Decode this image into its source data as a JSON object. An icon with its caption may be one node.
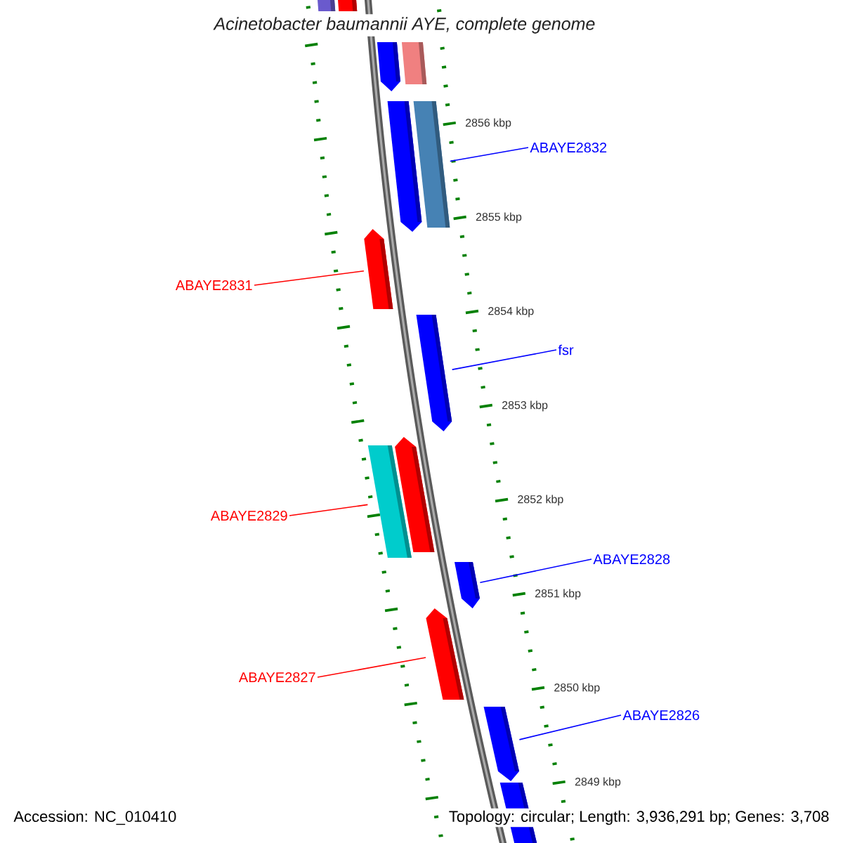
{
  "diagram": {
    "title": "Acinetobacter baumannii AYE, complete genome",
    "nodes": [
      {
        "text": [],
        "shape": "bar"
      },
      {
        "text": [],
        "shape": "bar"
      },
      {
        "text": [],
        "shape": "arrow"
      },
      {
        "text": [],
        "shape": "bar"
      },
      {
        "text": [],
        "shape": "arrow"
      },
      {
        "text": [],
        "shape": "bar"
      },
      {
        "text": [],
        "shape": "arrow"
      },
      {
        "text": [],
        "shape": "arrow"
      },
      {
        "text": [],
        "shape": "bar"
      },
      {
        "text": [],
        "shape": "arrow"
      },
      {
        "text": [],
        "shape": "arrow"
      },
      {
        "text": [],
        "shape": "arrow"
      },
      {
        "text": [],
        "shape": "arrow"
      },
      {
        "text": [],
        "shape": "bar"
      },
      {
        "text": [
          "ABAYE2832"
        ]
      },
      {
        "text": [
          "ABAYE2831"
        ]
      },
      {
        "text": [
          "fsr"
        ]
      },
      {
        "text": [
          "ABAYE2829"
        ]
      },
      {
        "text": [
          "ABAYE2828"
        ]
      },
      {
        "text": [
          "ABAYE2827"
        ]
      },
      {
        "text": [
          "ABAYE2826"
        ]
      }
    ],
    "edges": [
      {
        "from": 14,
        "to": 5,
        "arrow": "none",
        "color": "#0000ff"
      },
      {
        "from": 15,
        "to": 6,
        "arrow": "none",
        "color": "#ff0000"
      },
      {
        "from": 16,
        "to": 7,
        "arrow": "none",
        "color": "#0000ff"
      },
      {
        "from": 17,
        "to": 8,
        "arrow": "none",
        "color": "#ff0000"
      },
      {
        "from": 18,
        "to": 10,
        "arrow": "none",
        "color": "#0000ff"
      },
      {
        "from": 19,
        "to": 11,
        "arrow": "none",
        "color": "#ff0000"
      },
      {
        "from": 20,
        "to": 12,
        "arrow": "none",
        "color": "#0000ff"
      }
    ],
    "labels": [
      "2856 kbp",
      "2855 kbp",
      "2854 kbp",
      "2853 kbp",
      "2852 kbp",
      "2851 kbp",
      "2850 kbp",
      "2849 kbp",
      "Accession: NC_010410",
      "Topology: circular; Length: 3,936,291 bp; Genes: 3,708"
    ]
  }
}
